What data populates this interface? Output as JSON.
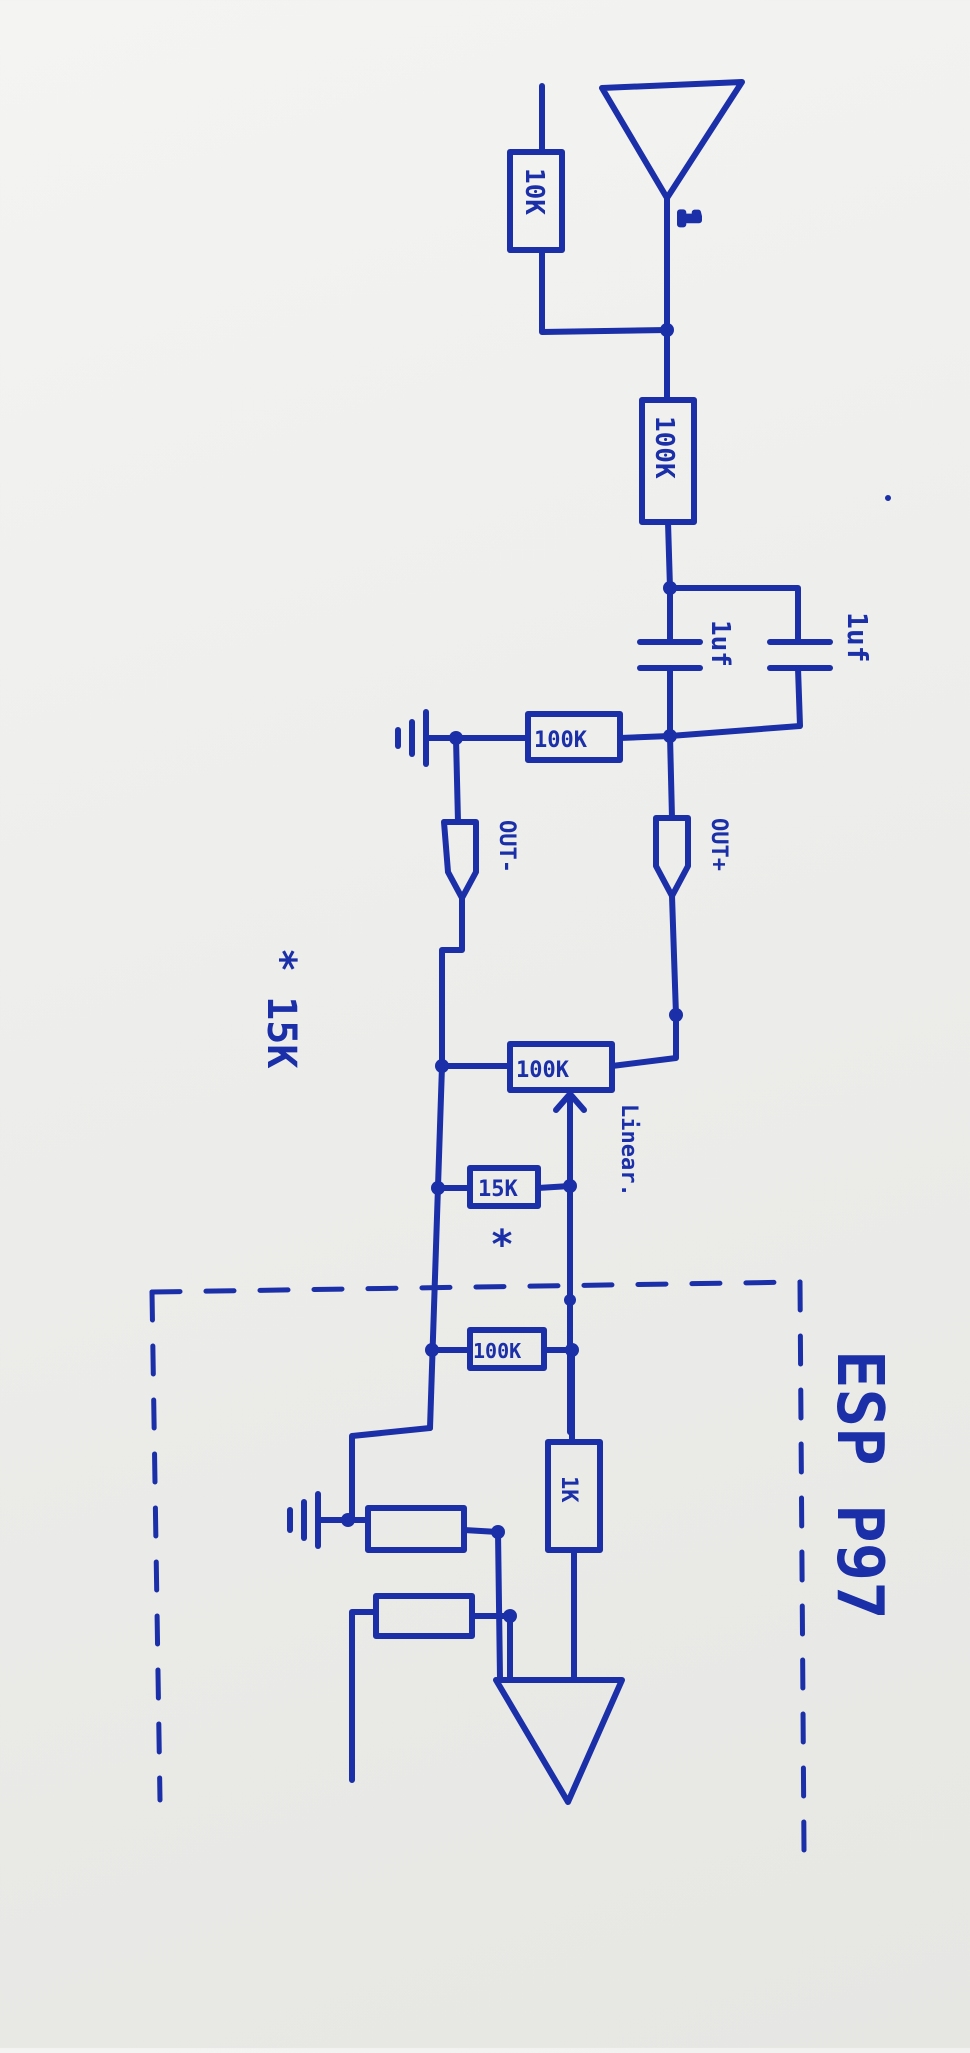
{
  "components": {
    "r_top": "10K",
    "opamp_top_pin": "1",
    "r_series": "100K",
    "cap_a": "1uf",
    "cap_b": "1uf",
    "r_shunt": "100K",
    "jack_minus": "OUT-",
    "jack_plus": "OUT+",
    "pot": "100K",
    "pot_note": "Linear.",
    "r_15k": "15K",
    "r_15k_mark": "*",
    "r_100k_box": "100K",
    "r_1k": "1K"
  },
  "notes": {
    "footnote": "* 15K",
    "board_label": "ESP P97"
  },
  "colors": {
    "ink": "#1a2fa8",
    "paper": "#f1f1ef"
  }
}
